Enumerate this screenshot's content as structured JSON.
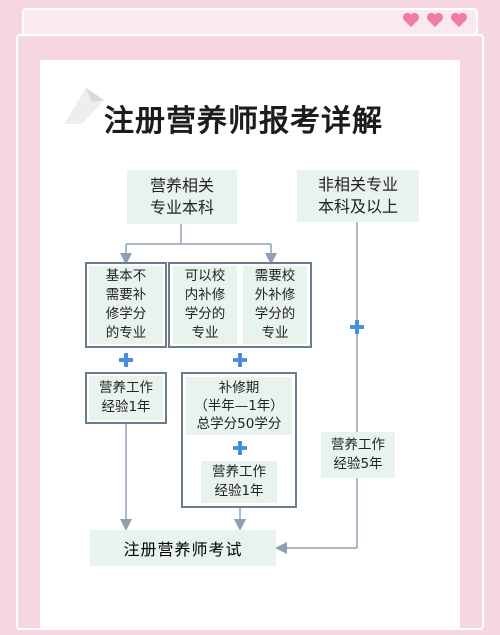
{
  "title": "注册营养师报考详解",
  "nodes": {
    "related_major": "营养相关\n专业本科",
    "unrelated_major": "非相关专业\n本科及以上",
    "no_extra": "基本不\n需要补\n修学分\n的专业",
    "school_extra": "可以校\n内补修\n学分的\n专业",
    "outside_extra": "需要校\n外补修\n学分的\n专业",
    "exp_1yr_a": "营养工作\n经验1年",
    "supplement": "补修期\n（半年—1年）\n总学分50学分",
    "exp_1yr_b": "营养工作\n经验1年",
    "exp_5yr": "营养工作\n经验5年",
    "exam": "注册营养师考试"
  },
  "colors": {
    "background": "#f6d6e3",
    "box_fill": "#e9f3ee",
    "plus": "#4a90d9",
    "line": "#8fa0b4"
  },
  "icons": [
    "heart-icon",
    "heart-icon",
    "heart-icon",
    "plus-icon",
    "page-fold-icon"
  ]
}
